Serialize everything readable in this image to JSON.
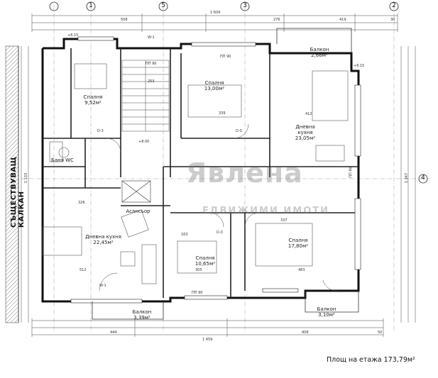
{
  "party_wall": "СЪЩЕСТВУВАЩ КАЛКАН",
  "floor_area": "Площ на етажа 173,79м²",
  "watermark": {
    "brand": "Явлена",
    "sub": "ЕДВИЖИМИ ИМОТИ"
  },
  "axes": {
    "top": [
      "1",
      "5",
      "3",
      "2"
    ],
    "right": "4"
  },
  "rooms": [
    {
      "name": "Спалня",
      "area": "9,52м²"
    },
    {
      "name": "Спалня",
      "area": "13,00м²"
    },
    {
      "name": "Дневна кухня",
      "area": "23,05м²"
    },
    {
      "name": "Балкон",
      "area": "2,66м²"
    },
    {
      "name": "Баня WC",
      "area": ""
    },
    {
      "name": "Асансьор",
      "area": ""
    },
    {
      "name": "Дневна кухня",
      "area": "22,45м²"
    },
    {
      "name": "Спалня",
      "area": "10,65м²"
    },
    {
      "name": "Спалня",
      "area": "17,80м²"
    },
    {
      "name": "Балкон",
      "area": "3,39м²"
    },
    {
      "name": "Балкон",
      "area": "3,10м²"
    }
  ],
  "labels": {
    "pp90": "ПП 90",
    "w1": "W-1",
    "d3": "D-3",
    "level_top": "+6.15",
    "level_mid": "+8.00"
  },
  "dimensions": {
    "top_total": "1 609",
    "top_row": [
      "508",
      "276",
      "419",
      "30"
    ],
    "bottom_total": "1 459",
    "bottom_row": [
      "444",
      "408",
      "50"
    ],
    "left_total": "1 133",
    "right_total": "1 347",
    "bedroom1": [
      "253",
      "339"
    ],
    "living1": [
      "412"
    ],
    "living2": [
      "326",
      "512"
    ],
    "bedroom3": [
      "163",
      "305"
    ],
    "bedroom4": [
      "337",
      "483"
    ]
  }
}
